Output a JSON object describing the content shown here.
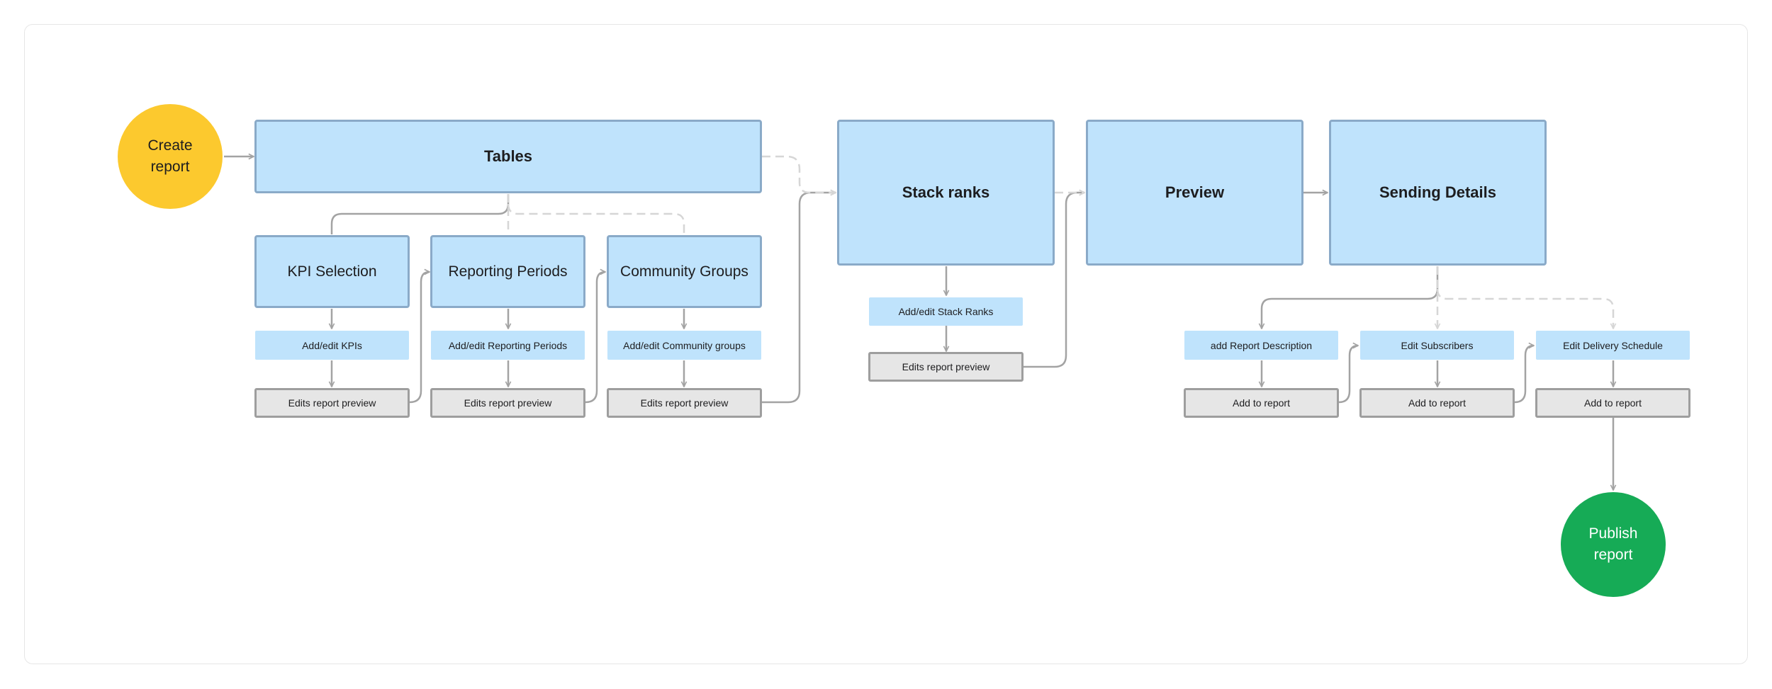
{
  "start": {
    "label_line1": "Create",
    "label_line2": "report"
  },
  "end": {
    "label_line1": "Publish",
    "label_line2": "report"
  },
  "stages": {
    "tables": "Tables",
    "stack_ranks": "Stack ranks",
    "preview": "Preview",
    "sending_details": "Sending Details"
  },
  "table_branches": [
    {
      "title": "KPI Selection",
      "action": "Add/edit KPIs",
      "result": "Edits report preview"
    },
    {
      "title": "Reporting Periods",
      "action": "Add/edit Reporting Periods",
      "result": "Edits report preview"
    },
    {
      "title": "Community Groups",
      "action": "Add/edit Community groups",
      "result": "Edits report preview"
    }
  ],
  "stack_ranks_branch": {
    "action": "Add/edit Stack Ranks",
    "result": "Edits report preview"
  },
  "sending_branches": [
    {
      "action": "add Report Description",
      "result": "Add to report"
    },
    {
      "action": "Edit Subscribers",
      "result": "Add to report"
    },
    {
      "action": "Edit Delivery Schedule",
      "result": "Add to report"
    }
  ],
  "colors": {
    "stage_fill": "#bfe3fc",
    "stage_border": "#8aaac8",
    "result_fill": "#e6e6e6",
    "start_fill": "#fcc92e",
    "end_fill": "#16ab56",
    "connector": "#a3a3a3",
    "connector_dashed": "#d6d6d6"
  }
}
